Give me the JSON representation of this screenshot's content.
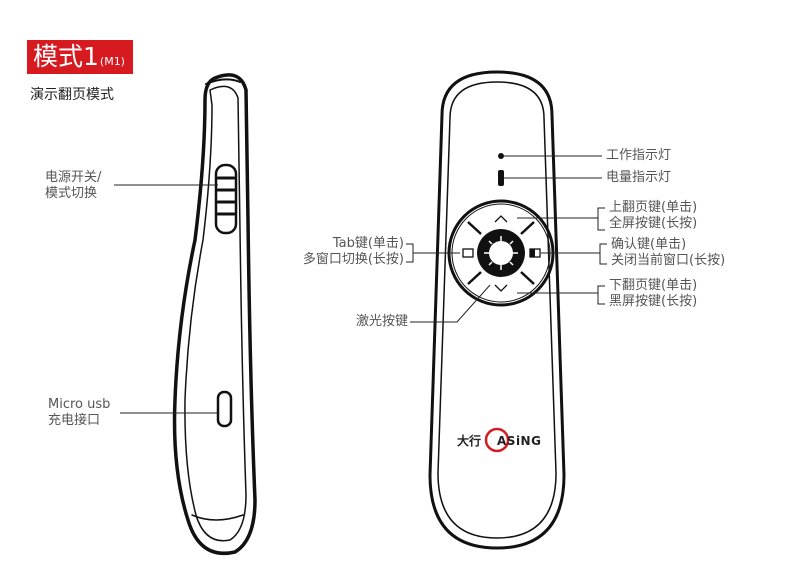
{
  "header": {
    "mode_title_main": "模式1",
    "mode_title_code": "(M1)",
    "subtitle": "演示翻页模式"
  },
  "side_view": {
    "power_switch": [
      "电源开关/",
      "模式切换"
    ],
    "micro_usb": [
      "Micro usb",
      "充电接口"
    ]
  },
  "front_view": {
    "work_indicator": "工作指示灯",
    "battery_indicator": "电量指示灯",
    "up_button": [
      "上翻页键(单击)",
      "全屏按键(长按)"
    ],
    "right_button": [
      "确认键(单击)",
      "关闭当前窗口(长按)"
    ],
    "down_button": [
      "下翻页键(单击)",
      "黑屏按键(长按)"
    ],
    "left_button": [
      "Tab键(单击)",
      "多窗口切换(长按)"
    ],
    "laser_button": "激光按键",
    "brand_cn": "大行",
    "brand_en": "ASiNG"
  },
  "colors": {
    "accent": "#d71920",
    "line": "#111111",
    "label_text": "#555555"
  }
}
